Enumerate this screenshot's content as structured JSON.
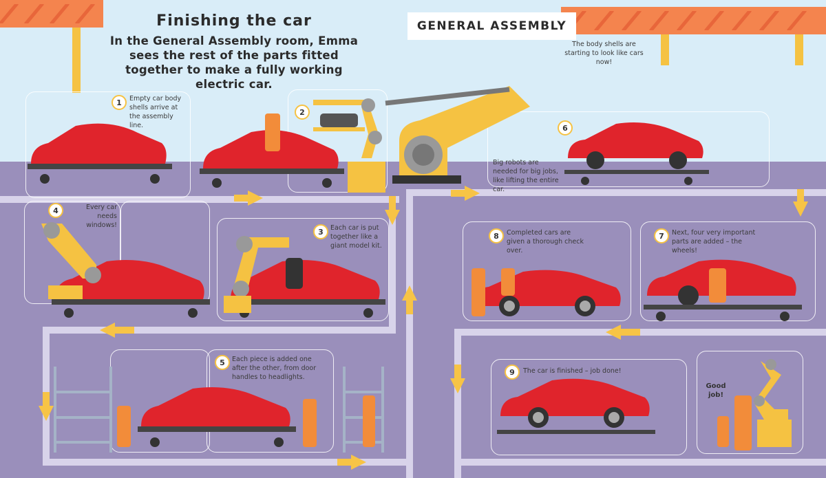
{
  "header": {
    "title": "Finishing the car",
    "intro": "In the General Assembly room, Emma sees the rest of the parts fitted together to make a fully working electric car.",
    "badge": "GENERAL ASSEMBLY"
  },
  "sky_note": "The body shells are starting to look like cars now!",
  "robots_note": "Big robots are needed for big jobs, like lifting the entire car.",
  "steps": [
    {
      "num": "1",
      "text": "Empty car body shells arrive at the assembly line."
    },
    {
      "num": "2",
      "text": ""
    },
    {
      "num": "3",
      "text": "Each car is put together like a giant model kit."
    },
    {
      "num": "4",
      "text": "Every car needs windows!"
    },
    {
      "num": "5",
      "text": "Each piece is added one after the other, from door handles to headlights."
    },
    {
      "num": "6",
      "text": ""
    },
    {
      "num": "7",
      "text": "Next, four very important parts are added – the wheels!"
    },
    {
      "num": "8",
      "text": "Completed cars are given a thorough check over."
    },
    {
      "num": "9",
      "text": "The car is finished – job done!"
    }
  ],
  "speech_bubble": "Good job!",
  "colors": {
    "sky": "#d9edf8",
    "floor": "#9a8fbb",
    "track": "#d8d3ea",
    "arrow": "#f7c446",
    "gantry": "#f4844e",
    "car": "#e0242c",
    "robot": "#f5c242"
  }
}
